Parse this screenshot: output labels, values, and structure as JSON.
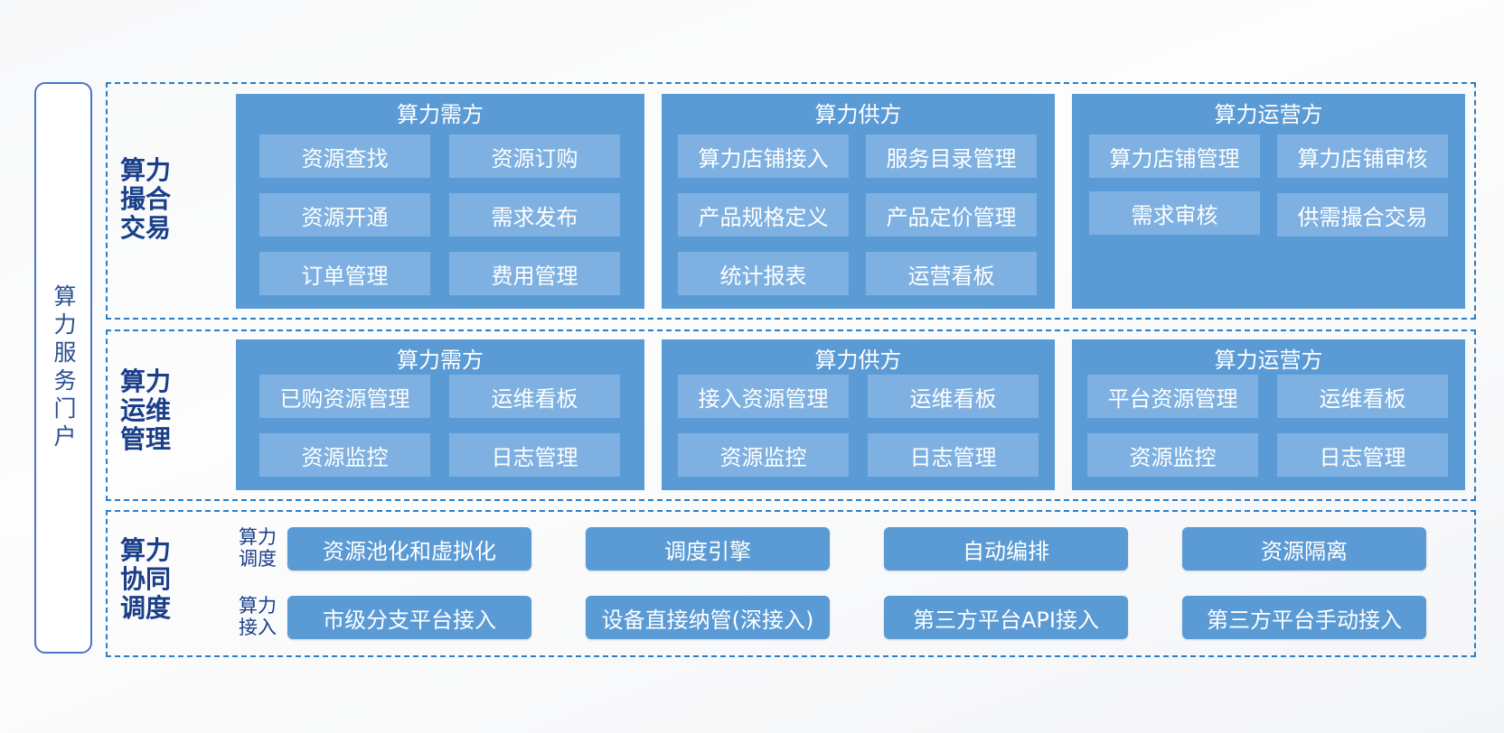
{
  "portal": {
    "label": "算力服务门户"
  },
  "matching": {
    "title": "算力撮合交易",
    "demand": {
      "title": "算力需方",
      "items": [
        "资源查找",
        "资源订购",
        "资源开通",
        "需求发布",
        "订单管理",
        "费用管理"
      ]
    },
    "supply": {
      "title": "算力供方",
      "items": [
        "算力店铺接入",
        "服务目录管理",
        "产品规格定义",
        "产品定价管理",
        "统计报表",
        "运营看板"
      ]
    },
    "operator": {
      "title": "算力运营方",
      "items": [
        "算力店铺管理",
        "算力店铺审核",
        "需求审核",
        "供需撮合交易"
      ]
    }
  },
  "ops": {
    "title": "算力运维管理",
    "demand": {
      "title": "算力需方",
      "items": [
        "已购资源管理",
        "运维看板",
        "资源监控",
        "日志管理"
      ]
    },
    "supply": {
      "title": "算力供方",
      "items": [
        "接入资源管理",
        "运维看板",
        "资源监控",
        "日志管理"
      ]
    },
    "operator": {
      "title": "算力运营方",
      "items": [
        "平台资源管理",
        "运维看板",
        "资源监控",
        "日志管理"
      ]
    }
  },
  "collab": {
    "title": "算力协同调度",
    "scheduling": {
      "label": "算力调度",
      "items": [
        "资源池化和虚拟化",
        "调度引擎",
        "自动编排",
        "资源隔离"
      ]
    },
    "access": {
      "label": "算力接入",
      "items": [
        "市级分支平台接入",
        "设备直接纳管(深接入)",
        "第三方平台API接入",
        "第三方平台手动接入"
      ]
    }
  }
}
